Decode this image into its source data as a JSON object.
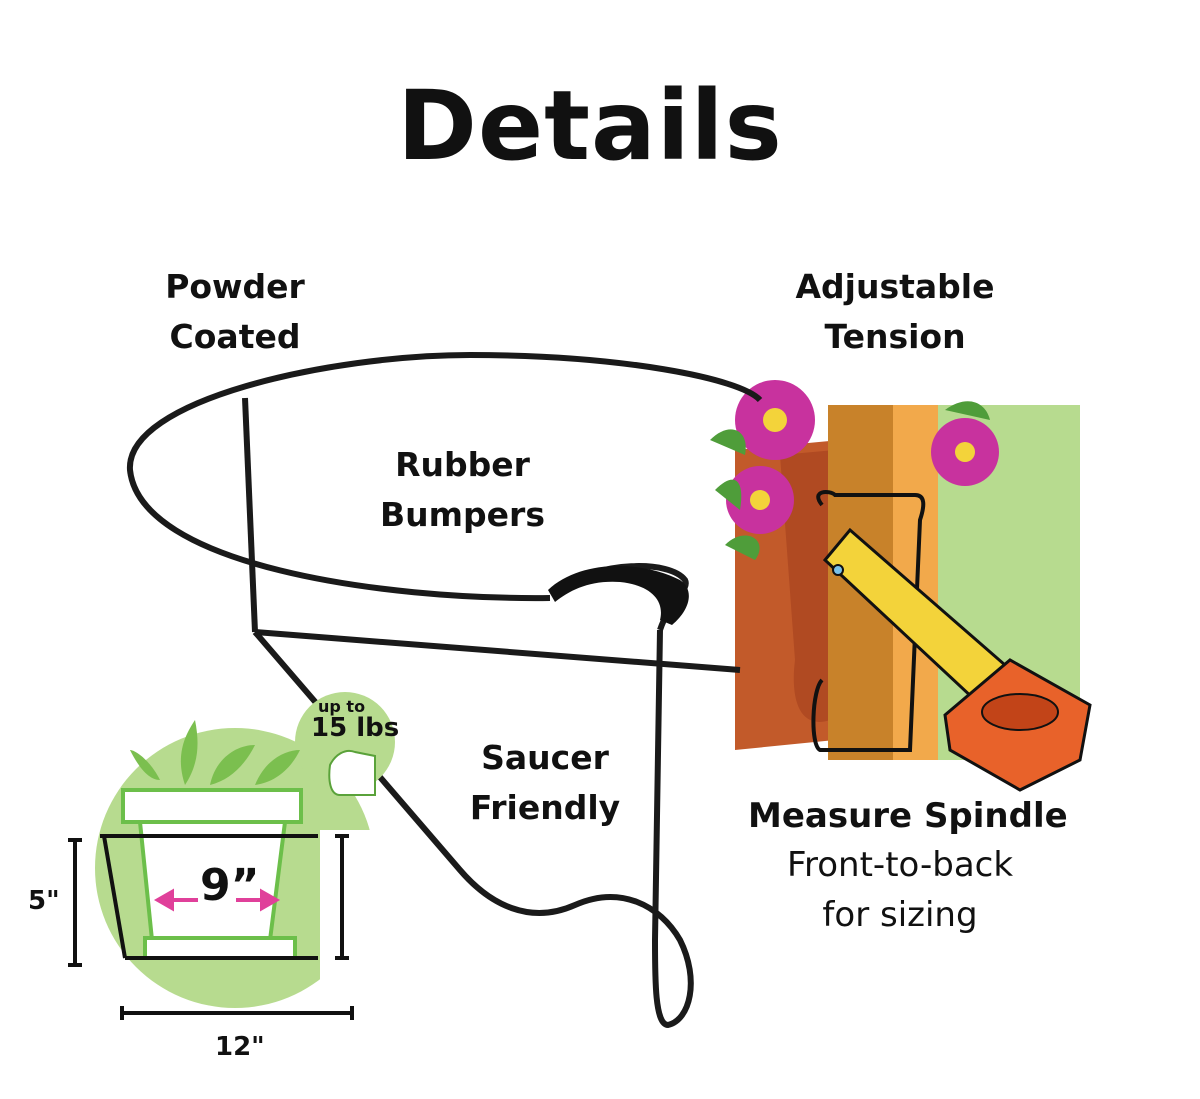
{
  "title": "Details",
  "features": {
    "powder_coated": "Powder\nCoated",
    "adjustable_tension": "Adjustable\nTension",
    "rubber_bumpers": "Rubber\nBumpers",
    "saucer_friendly": "Saucer\nFriendly"
  },
  "measure": {
    "title": "Measure Spindle",
    "subtitle": "Front-to-back\nfor sizing"
  },
  "pot_diagram": {
    "capacity_prefix": "up to",
    "capacity_value": "15 lbs",
    "inner_width": "9”",
    "height": "5\"",
    "outer_width": "12\""
  },
  "colors": {
    "frame": "#1a1a1a",
    "green_bg": "#b7db8f",
    "terracotta": "#c25a2a",
    "wood": "#c8822a",
    "wood_light": "#f2a94b",
    "flower": "#c8329e",
    "tape": "#f3d33a",
    "arrow": "#e0409a",
    "saucer": "#e8622a"
  }
}
